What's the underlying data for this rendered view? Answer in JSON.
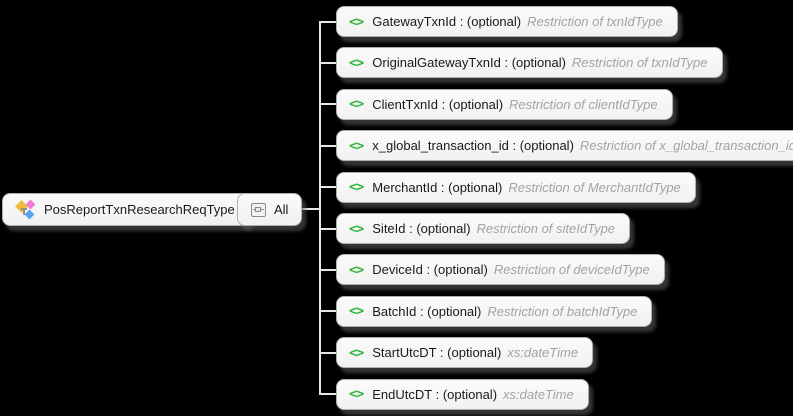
{
  "diagram": {
    "root": {
      "label": "PosReportTxnResearchReqType",
      "icon": "type-diamonds-icon"
    },
    "compositor": {
      "label": "All",
      "icon": "all-compositor-icon"
    },
    "element_icon_glyph": "<>",
    "children": [
      {
        "label": "GatewayTxnId : (optional)",
        "type": "Restriction of txnIdType"
      },
      {
        "label": "OriginalGatewayTxnId : (optional)",
        "type": "Restriction of txnIdType"
      },
      {
        "label": "ClientTxnId : (optional)",
        "type": "Restriction of clientIdType"
      },
      {
        "label": "x_global_transaction_id : (optional)",
        "type": "Restriction of x_global_transaction_idType"
      },
      {
        "label": "MerchantId : (optional)",
        "type": "Restriction of MerchantIdType"
      },
      {
        "label": "SiteId : (optional)",
        "type": "Restriction of siteIdType"
      },
      {
        "label": "DeviceId : (optional)",
        "type": "Restriction of deviceIdType"
      },
      {
        "label": "BatchId : (optional)",
        "type": "Restriction of batchIdType"
      },
      {
        "label": "StartUtcDT : (optional)",
        "type": "xs:dateTime"
      },
      {
        "label": "EndUtcDT : (optional)",
        "type": "xs:dateTime"
      }
    ],
    "colors": {
      "background": "#000000",
      "node_fill": "#f5f5f5",
      "node_border": "#aeaeae",
      "connector": "#e8e8e8",
      "element_icon_green": "#2fb53a",
      "type_text_gray": "#a3a3a3",
      "label_text": "#1a1a1a",
      "diamond_gold": "#eebd3b",
      "diamond_pink": "#f07fd8",
      "diamond_blue": "#5ca3ef"
    }
  }
}
